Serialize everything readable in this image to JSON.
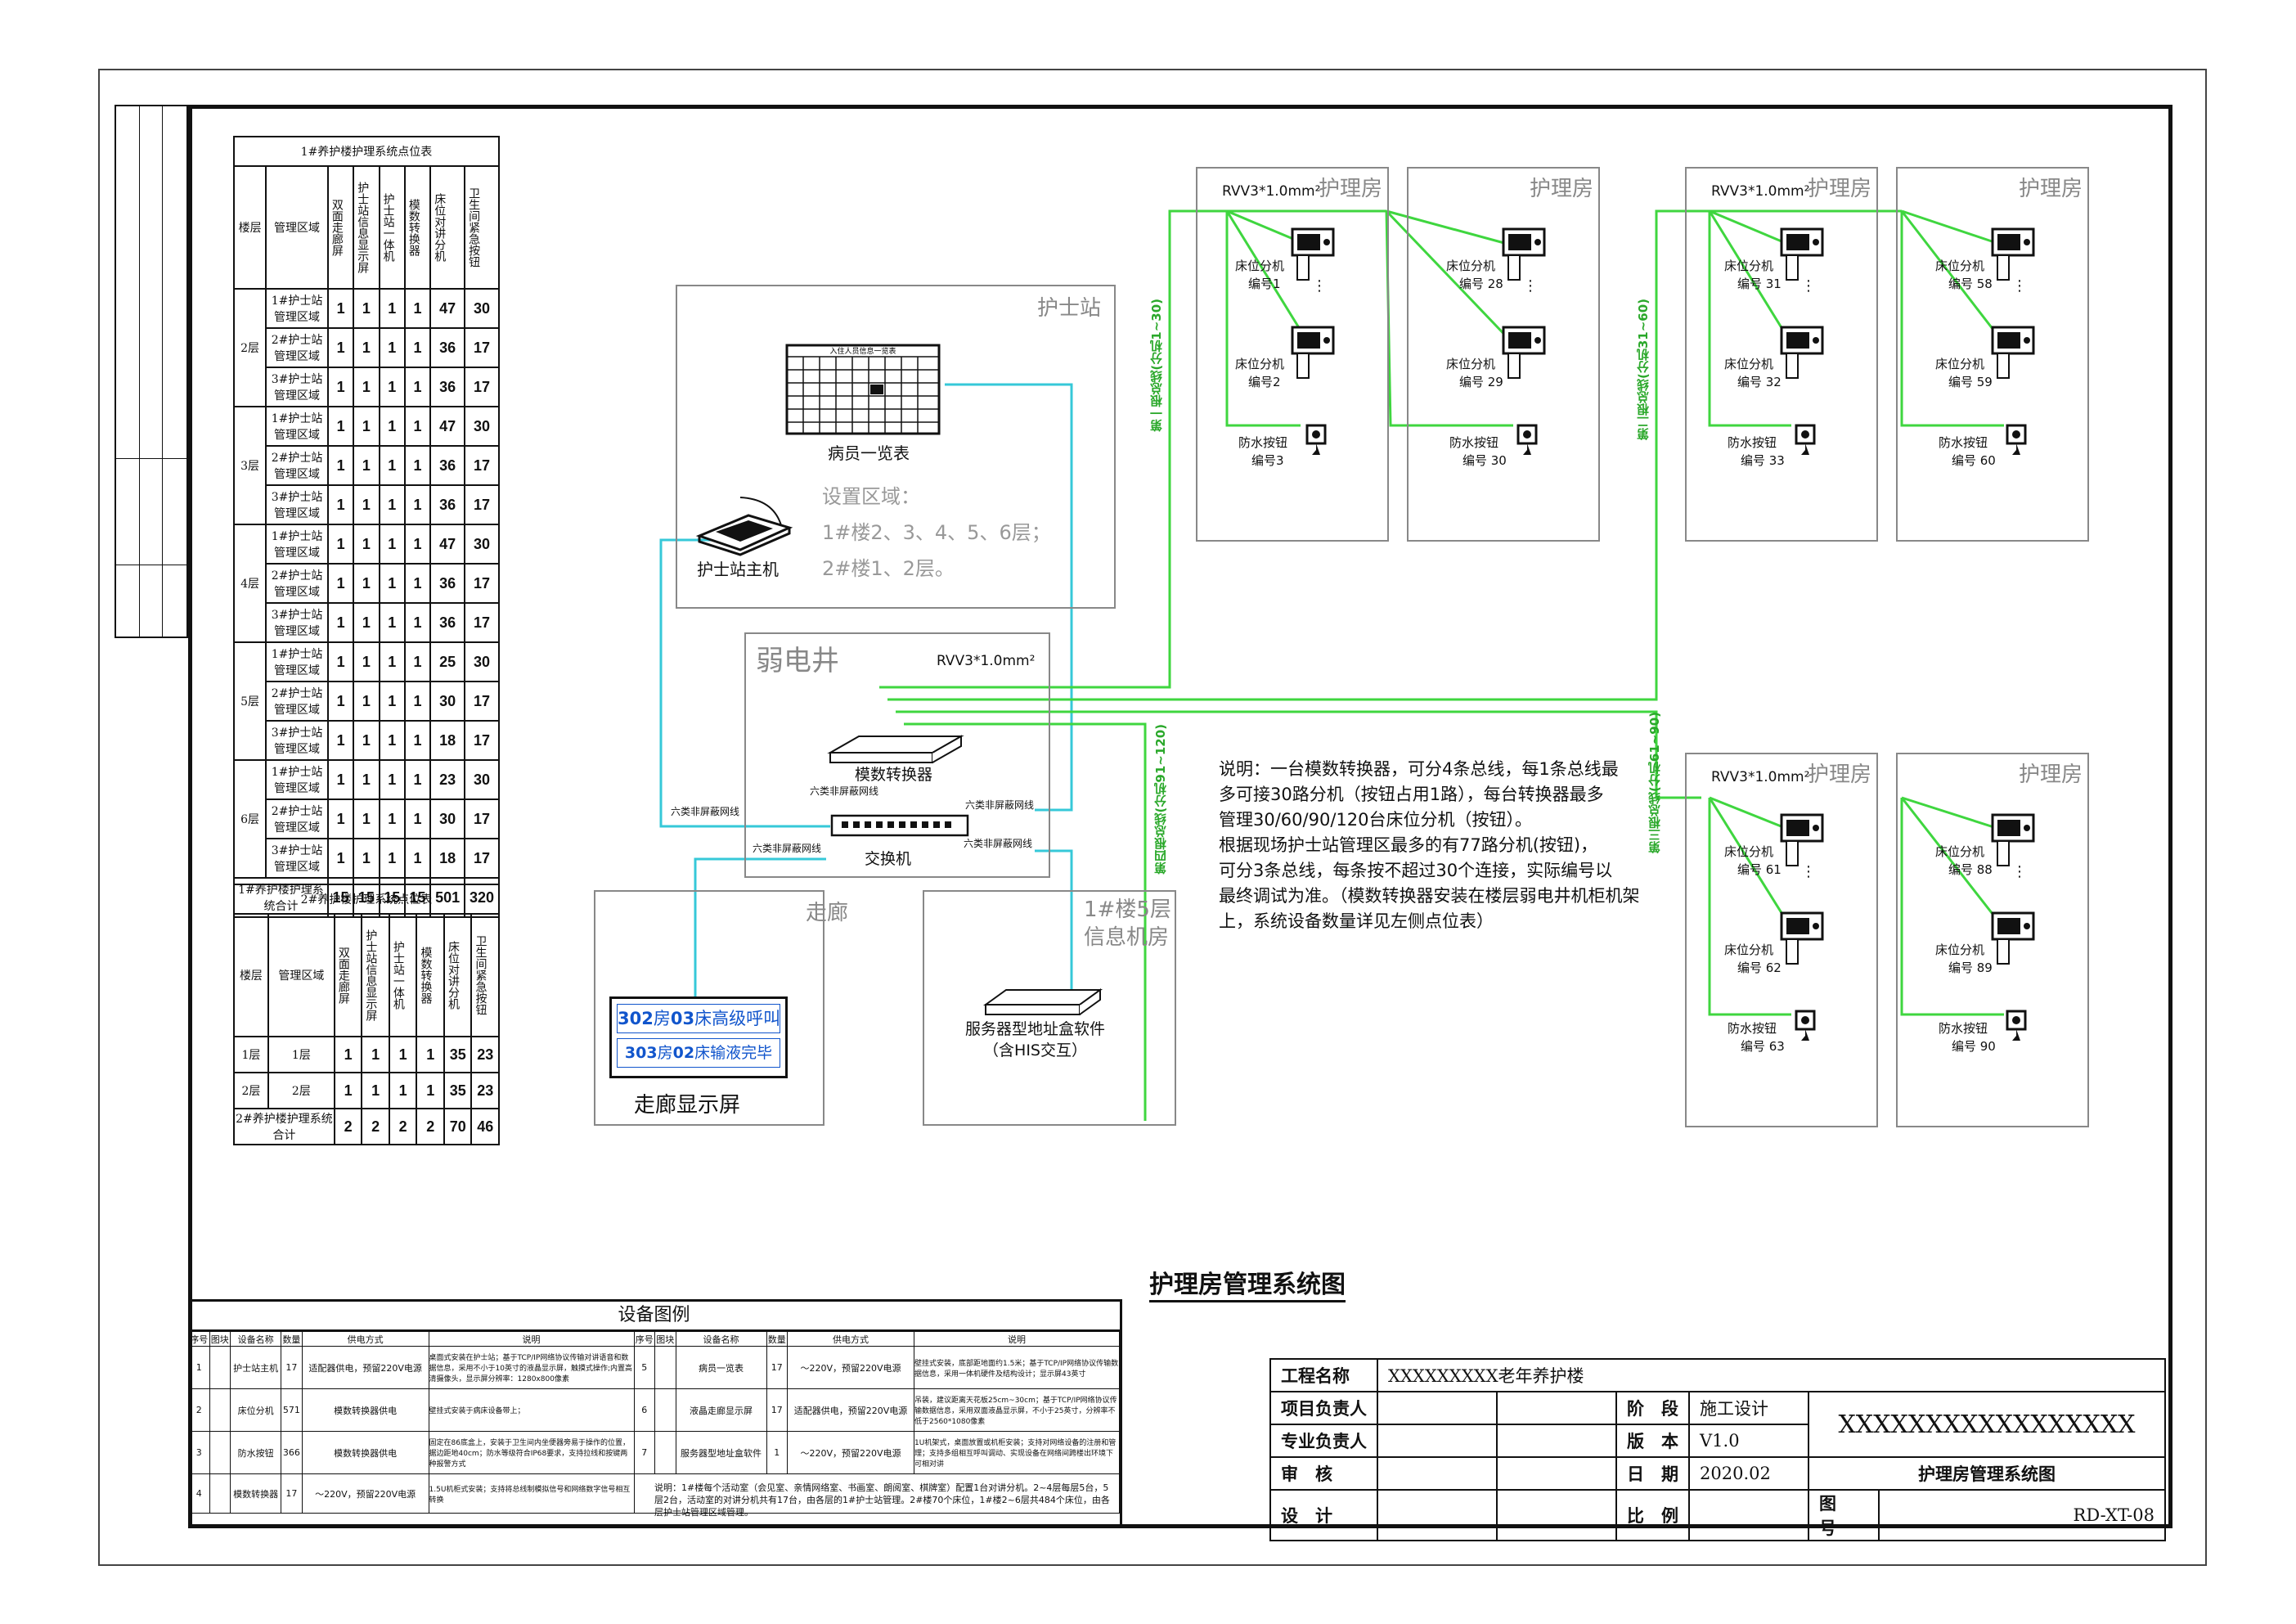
{
  "table1": {
    "title": "1#养护楼护理系统点位表",
    "headers": [
      "楼层",
      "管理区域",
      "双面走廊屏",
      "护士站信息显示屏",
      "护士站一体机",
      "模数转换器",
      "床位对讲分机",
      "卫生间紧急按钮"
    ],
    "floors": [
      {
        "floor": "2层",
        "rows": [
          {
            "area": "1#护士站管理区域",
            "v": [
              "1",
              "1",
              "1",
              "1",
              "47",
              "30"
            ]
          },
          {
            "area": "2#护士站管理区域",
            "v": [
              "1",
              "1",
              "1",
              "1",
              "36",
              "17"
            ]
          },
          {
            "area": "3#护士站管理区域",
            "v": [
              "1",
              "1",
              "1",
              "1",
              "36",
              "17"
            ]
          }
        ]
      },
      {
        "floor": "3层",
        "rows": [
          {
            "area": "1#护士站管理区域",
            "v": [
              "1",
              "1",
              "1",
              "1",
              "47",
              "30"
            ]
          },
          {
            "area": "2#护士站管理区域",
            "v": [
              "1",
              "1",
              "1",
              "1",
              "36",
              "17"
            ]
          },
          {
            "area": "3#护士站管理区域",
            "v": [
              "1",
              "1",
              "1",
              "1",
              "36",
              "17"
            ]
          }
        ]
      },
      {
        "floor": "4层",
        "rows": [
          {
            "area": "1#护士站管理区域",
            "v": [
              "1",
              "1",
              "1",
              "1",
              "47",
              "30"
            ]
          },
          {
            "area": "2#护士站管理区域",
            "v": [
              "1",
              "1",
              "1",
              "1",
              "36",
              "17"
            ]
          },
          {
            "area": "3#护士站管理区域",
            "v": [
              "1",
              "1",
              "1",
              "1",
              "36",
              "17"
            ]
          }
        ]
      },
      {
        "floor": "5层",
        "rows": [
          {
            "area": "1#护士站管理区域",
            "v": [
              "1",
              "1",
              "1",
              "1",
              "25",
              "30"
            ]
          },
          {
            "area": "2#护士站管理区域",
            "v": [
              "1",
              "1",
              "1",
              "1",
              "30",
              "17"
            ]
          },
          {
            "area": "3#护士站管理区域",
            "v": [
              "1",
              "1",
              "1",
              "1",
              "18",
              "17"
            ]
          }
        ]
      },
      {
        "floor": "6层",
        "rows": [
          {
            "area": "1#护士站管理区域",
            "v": [
              "1",
              "1",
              "1",
              "1",
              "23",
              "30"
            ]
          },
          {
            "area": "2#护士站管理区域",
            "v": [
              "1",
              "1",
              "1",
              "1",
              "30",
              "17"
            ]
          },
          {
            "area": "3#护士站管理区域",
            "v": [
              "1",
              "1",
              "1",
              "1",
              "18",
              "17"
            ]
          }
        ]
      }
    ],
    "total_label": "1#养护楼护理系统合计",
    "total": [
      "15",
      "15",
      "15",
      "15",
      "501",
      "320"
    ]
  },
  "table2": {
    "title": "2#养护楼护理系统点位表",
    "headers": [
      "楼层",
      "管理区域",
      "双面走廊屏",
      "护士站信息显示屏",
      "护士站一体机",
      "模数转换器",
      "床位对讲分机",
      "卫生间紧急按钮"
    ],
    "rows": [
      {
        "floor": "1层",
        "area": "1层",
        "v": [
          "1",
          "1",
          "1",
          "1",
          "35",
          "23"
        ]
      },
      {
        "floor": "2层",
        "area": "2层",
        "v": [
          "1",
          "1",
          "1",
          "1",
          "35",
          "23"
        ]
      }
    ],
    "total_label": "2#养护楼护理系统合计",
    "total": [
      "2",
      "2",
      "2",
      "2",
      "70",
      "46"
    ]
  },
  "nurse_station": {
    "label": "护士站",
    "board_caption": "病员一览表",
    "board_title": "入住人员信息一览表",
    "host_caption": "护士站主机",
    "area_note": [
      "设置区域：",
      "1#楼2、3、4、5、6层；",
      "2#楼1、2层。"
    ]
  },
  "well": {
    "label": "弱电井",
    "rvv": "RVV3*1.0mm²",
    "converter": "模数转换器",
    "switch": "交换机",
    "cable1": "六类非屏蔽网线",
    "cable2": "六类非屏蔽网线",
    "cable3": "六类非屏蔽网线",
    "cable4": "六类非屏蔽网线",
    "cable5": "六类非屏蔽网线"
  },
  "corridor": {
    "label": "走廊",
    "line1_room": "302",
    "line1_room_unit": "房",
    "line1_bed": "03",
    "line1_text": "床高级呼叫",
    "line2_room": "303",
    "line2_room_unit": "房",
    "line2_bed": "02",
    "line2_text": "床输液完毕",
    "caption": "走廊显示屏"
  },
  "server_room": {
    "label_line1": "1#楼5层",
    "label_line2": "信息机房",
    "caption1": "服务器型地址盒软件",
    "caption2": "（含HIS交互）"
  },
  "description": [
    "说明：一台模数转换器，可分4条总线，每1条总线最",
    "多可接30路分机（按钮占用1路），每台转换器最多",
    "管理30/60/90/120台床位分机（按钮）。",
    "      根据现场护士站管理区最多的有77路分机(按钮)，",
    "可分3条总线，每条按不超过30个连接，实际编号以",
    "最终调试为准。（模数转换器安装在楼层弱电井机柜机架",
    "上，系统设备数量详见左侧点位表）"
  ],
  "buses": {
    "bus1": "第一根总线(分机1~30)",
    "bus2": "第二根总线(分机31~60)",
    "bus3": "第三根总线(分机61~90)",
    "bus4": "第四根总线(分机91~120)"
  },
  "rooms": [
    {
      "label": "护理房",
      "rvv": "RVV3*1.0mm²",
      "bed_a": "床位分机",
      "no_a": "编号1",
      "bed_b": "床位分机",
      "no_b": "编号2",
      "btn": "防水按钮",
      "no_c": "编号3"
    },
    {
      "label": "护理房",
      "rvv": "",
      "bed_a": "床位分机",
      "no_a": "编号 28",
      "bed_b": "床位分机",
      "no_b": "编号 29",
      "btn": "防水按钮",
      "no_c": "编号 30"
    },
    {
      "label": "护理房",
      "rvv": "RVV3*1.0mm²",
      "bed_a": "床位分机",
      "no_a": "编号 31",
      "bed_b": "床位分机",
      "no_b": "编号 32",
      "btn": "防水按钮",
      "no_c": "编号 33"
    },
    {
      "label": "护理房",
      "rvv": "",
      "bed_a": "床位分机",
      "no_a": "编号 58",
      "bed_b": "床位分机",
      "no_b": "编号 59",
      "btn": "防水按钮",
      "no_c": "编号 60"
    },
    {
      "label": "护理房",
      "rvv": "RVV3*1.0mm²",
      "bed_a": "床位分机",
      "no_a": "编号 61",
      "bed_b": "床位分机",
      "no_b": "编号 62",
      "btn": "防水按钮",
      "no_c": "编号 63"
    },
    {
      "label": "护理房",
      "rvv": "",
      "bed_a": "床位分机",
      "no_a": "编号 88",
      "bed_b": "床位分机",
      "no_b": "编号 89",
      "btn": "防水按钮",
      "no_c": "编号 90"
    }
  ],
  "diagram_title": "护理房管理系统图",
  "legend": {
    "title": "设备图例",
    "headers": [
      "序号",
      "图块",
      "设备名称",
      "数量",
      "供电方式",
      "说明"
    ],
    "left": [
      {
        "no": "1",
        "name": "护士站主机",
        "qty": "17",
        "power": "适配器供电，预留220V电源",
        "desc": "桌面式安装在护士站；基于TCP/IP网络协议传输对讲语音和数据信息，采用不小于10英寸的液晶显示屏，触摸式操作;内置高清摄像头，显示屏分辨率：1280x800像素"
      },
      {
        "no": "2",
        "name": "床位分机",
        "qty": "571",
        "power": "模数转换器供电",
        "desc": "壁挂式安装于病床设备带上；"
      },
      {
        "no": "3",
        "name": "防水按钮",
        "qty": "366",
        "power": "模数转换器供电",
        "desc": "固定在86底盒上，安装于卫生间内坐便器旁易于操作的位置，据边距地40cm；防水等级符合IP68要求，支持拉线和按键两种报警方式"
      },
      {
        "no": "4",
        "name": "模数转换器",
        "qty": "17",
        "power": "～220V，预留220V电源",
        "desc": "1.5U机柜式安装；支持将总线制模拟信号和网络数字信号相互转换"
      }
    ],
    "right": [
      {
        "no": "5",
        "name": "病员一览表",
        "qty": "17",
        "power": "～220V，预留220V电源",
        "desc": "壁挂式安装，底部距地面约1.5米；基于TCP/IP网络协议传输数据信息，采用一体机硬件及结构设计；显示屏43英寸"
      },
      {
        "no": "6",
        "name": "液晶走廊显示屏",
        "qty": "17",
        "power": "适配器供电，预留220V电源",
        "desc": "吊装，建议距离天花板25cm~30cm；基于TCP/IP网络协议传输数据信息，采用双面液晶显示屏，不小于25英寸，分辨率不低于2560*1080像素"
      },
      {
        "no": "7",
        "name": "服务器型地址盒软件",
        "qty": "1",
        "power": "～220V，预留220V电源",
        "desc": "1U机架式，桌面放置或机柜安装；支持对网络设备的注册和管理；支持多组相互呼叫调动、实现设备在网络间跨楼出环境下可相对讲"
      }
    ],
    "footnote": "说明：1#楼每个活动室（会见室、亲情网络室、书画室、朗阅室、棋牌室）配置1台对讲分机。2~4层每层5台，5层2台，活动室的对讲分机共有17台，由各层的1#护士站管理。2#楼70个床位，1#楼2~6层共484个床位，由各层护士站管理区域管理。"
  },
  "title_block": {
    "project_label": "工程名称",
    "project_value": "XXXXXXXXX老年养护楼",
    "owner_label": "项目负责人",
    "stage_label": "阶　段",
    "stage_value": "施工设计",
    "company": "XXXXXXXXXXXXXXXXX",
    "spec_label": "专业负责人",
    "version_label": "版　本",
    "version_value": "V1.0",
    "review_label": "审　核",
    "date_label": "日　期",
    "date_value": "2020.02",
    "drawing_name": "护理房管理系统图",
    "design_label": "设　计",
    "scale_label": "比　例",
    "dwg_no_label": "图　号",
    "dwg_no_value": "RD-XT-08"
  },
  "colors": {
    "bus": "#3fd63f",
    "network": "#36c8d8",
    "frame": "#111111",
    "room_border": "#888888",
    "led_blue": "#1155cc"
  }
}
